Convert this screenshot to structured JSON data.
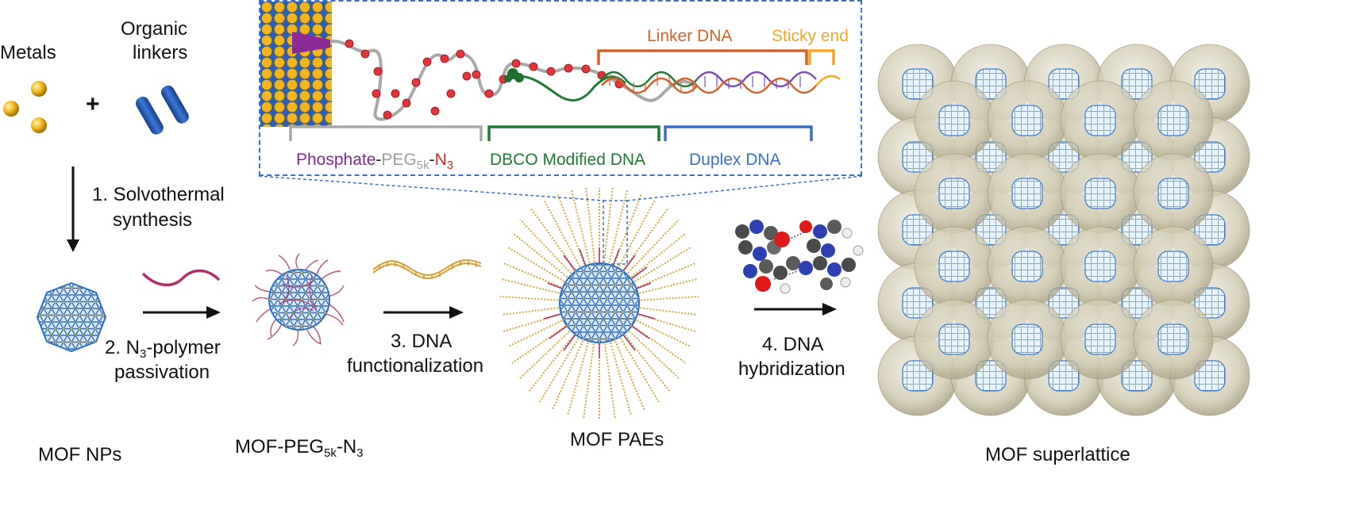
{
  "colors": {
    "metal": "#f2b51c",
    "linker": "#2a5fb8",
    "peg_grey": "#9e9e9e",
    "phosphate_purple": "#7b2d8e",
    "azide_red": "#e0281e",
    "dbco_green": "#1f7a36",
    "duplex_blue": "#3a6fc4",
    "linker_orange": "#d2622a",
    "sticky_orange": "#f5a623",
    "polymer_magenta": "#b0306a",
    "dna_gold": "#d9a53a",
    "inset_border": "#3c6fc8"
  },
  "left": {
    "metals_label": "Metals",
    "organic_label": "Organic",
    "linkers_label": "linkers",
    "plus_sign": "+"
  },
  "steps": {
    "step1_line1": "1. Solvothermal",
    "step1_line2": "synthesis",
    "step2_line1_pre": "2. N",
    "step2_line1_sub": "3",
    "step2_line1_post": "-polymer",
    "step2_line2": "passivation",
    "step3_line1": "3. DNA",
    "step3_line2": "functionalization",
    "step4_line1": "4. DNA",
    "step4_line2": "hybridization"
  },
  "titles": {
    "mof_nps": "MOF NPs",
    "mof_peg_pre": "MOF-PEG",
    "mof_peg_sub": "5k",
    "mof_peg_post": "-N",
    "mof_peg_sub2": "3",
    "mof_paes": "MOF PAEs",
    "mof_superlattice": "MOF superlattice"
  },
  "inset": {
    "phosphate": "Phosphate",
    "dash1": "-",
    "peg": "PEG",
    "peg_sub": "5k",
    "dash2": "-",
    "n": "N",
    "n_sub": "3",
    "dbco": "DBCO Modified DNA",
    "duplex": "Duplex DNA",
    "linker_dna": "Linker DNA",
    "sticky_end": "Sticky end"
  }
}
